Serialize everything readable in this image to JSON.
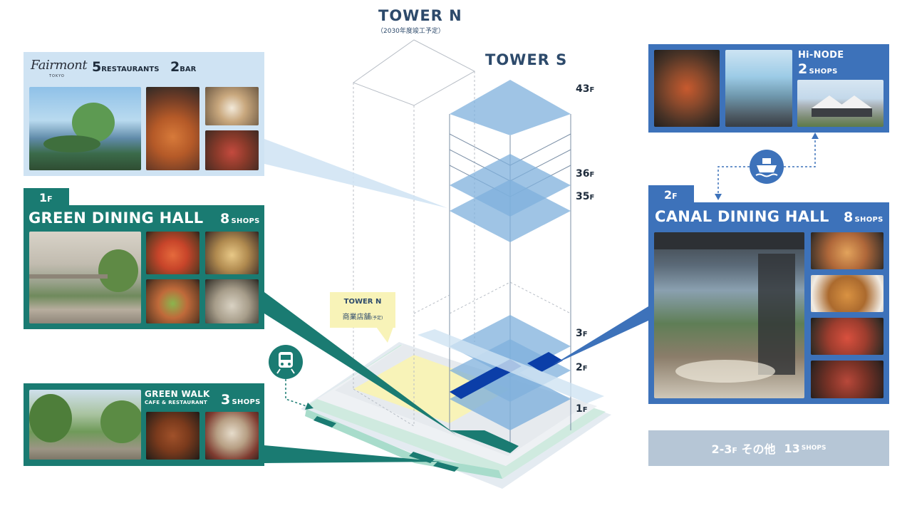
{
  "towers": {
    "tower_n": {
      "title": "TOWER N",
      "subtitle": "（2030年度竣工予定）"
    },
    "tower_s": {
      "title": "TOWER S"
    }
  },
  "floors": [
    {
      "num": "43",
      "suffix": "F"
    },
    {
      "num": "36",
      "suffix": "F"
    },
    {
      "num": "35",
      "suffix": "F"
    },
    {
      "num": "3",
      "suffix": "F"
    },
    {
      "num": "2",
      "suffix": "F"
    },
    {
      "num": "1",
      "suffix": "F"
    }
  ],
  "callout": {
    "title": "TOWER N",
    "text": "商業店舗",
    "note": "(予定)"
  },
  "fairmont": {
    "logo": "Fairmont",
    "logo_sub": "TOKYO",
    "restaurants_count": "5",
    "restaurants_label": "RESTAURANTS",
    "bar_count": "2",
    "bar_label": "BAR"
  },
  "green_hall": {
    "floor_num": "1",
    "floor_suffix": "F",
    "title": "GREEN DINING HALL",
    "count": "8",
    "unit": "SHOPS"
  },
  "green_walk": {
    "title": "GREEN WALK",
    "subtitle": "CAFE & RESTAURANT",
    "count": "3",
    "unit": "SHOPS"
  },
  "hinode": {
    "title": "Hi-NODE",
    "count": "2",
    "unit": "SHOPS"
  },
  "canal_hall": {
    "floor_num": "2",
    "floor_suffix": "F",
    "title": "CANAL DINING HALL",
    "count": "8",
    "unit": "SHOPS"
  },
  "other": {
    "floors": "2-3",
    "floor_suffix": "F",
    "label": "その他",
    "count": "13",
    "unit": "SHOPS"
  },
  "icons": {
    "station": "train-icon",
    "ship": "ship-icon"
  },
  "colors": {
    "green": "#1a7b72",
    "blue": "#3d72ba",
    "light_blue_panel": "#cfe3f3",
    "floor_blue": "#7fb0dc",
    "dark_blue": "#0b3ea8",
    "yellow": "#f8f3b8",
    "grey_panel": "#b6c6d6"
  }
}
